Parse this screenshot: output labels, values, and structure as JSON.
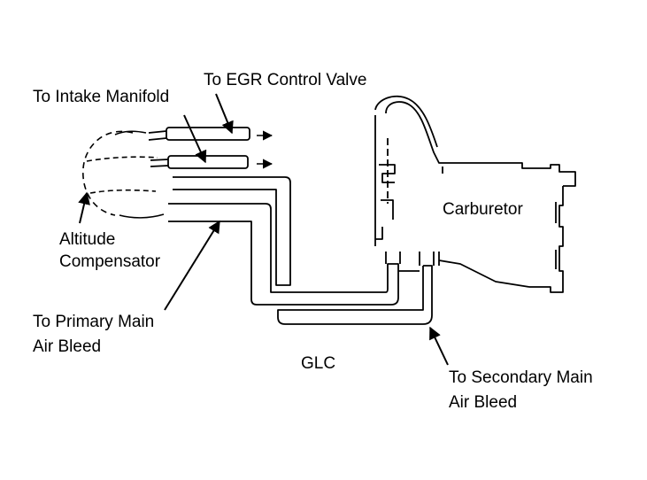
{
  "diagram": {
    "labels": {
      "egr": "To EGR Control Valve",
      "intake": "To Intake Manifold",
      "carburetor": "Carburetor",
      "altitude_line1": "Altitude",
      "altitude_line2": "Compensator",
      "primary_line1": "To Primary Main",
      "primary_line2": "Air Bleed",
      "glc": "GLC",
      "secondary_line1": "To Secondary Main",
      "secondary_line2": "Air Bleed"
    },
    "ink_color": "#000000",
    "background_color": "#ffffff"
  }
}
